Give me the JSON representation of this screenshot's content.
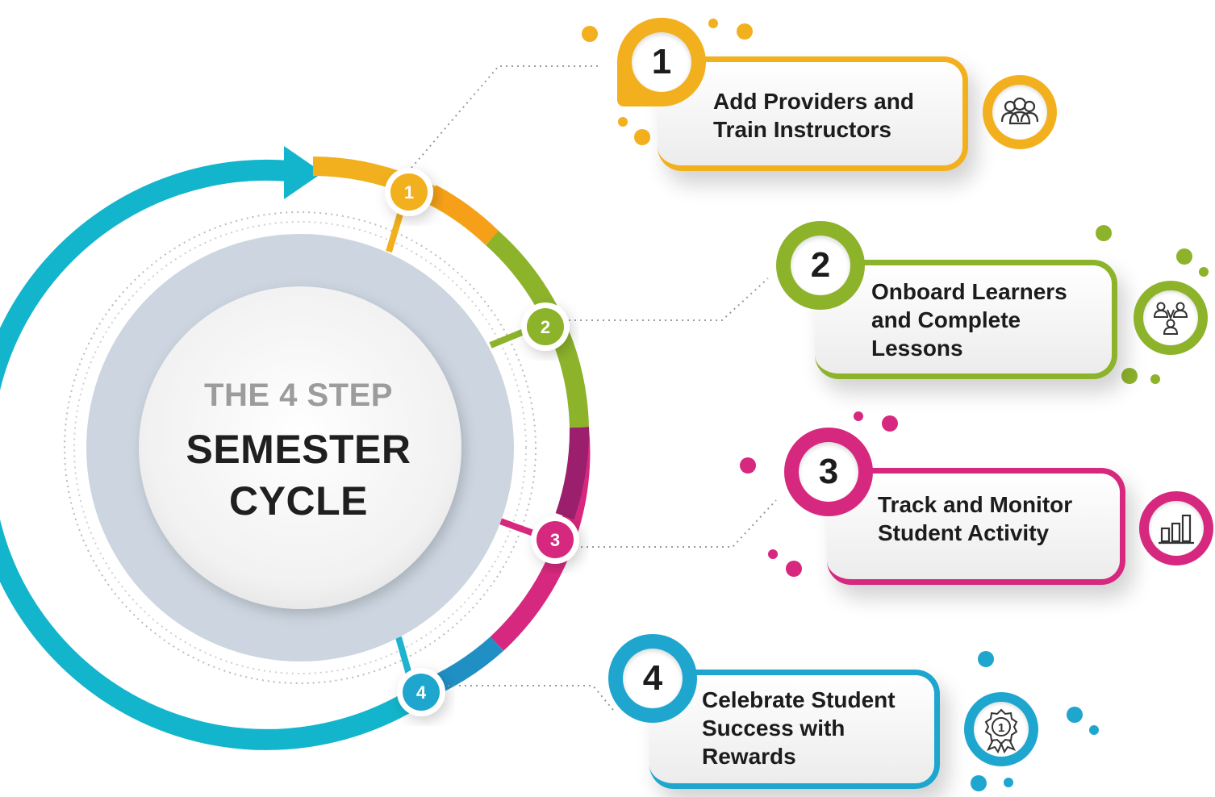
{
  "title": {
    "line1": "THE 4 STEP",
    "line2": "SEMESTER",
    "line3": "CYCLE"
  },
  "colors": {
    "step1": "#f2b01e",
    "step2": "#8db32b",
    "step3": "#d6287e",
    "step4": "#1fb3cf",
    "cycle_arrow": "#13b5cc"
  },
  "steps": [
    {
      "number": "1",
      "lines": [
        "Add Providers and",
        "Train Instructors"
      ],
      "icon": "people-group-icon"
    },
    {
      "number": "2",
      "lines": [
        "Onboard Learners",
        "and Complete",
        "Lessons"
      ],
      "icon": "network-users-icon"
    },
    {
      "number": "3",
      "lines": [
        "Track and Monitor",
        "Student Activity"
      ],
      "icon": "bar-chart-icon"
    },
    {
      "number": "4",
      "lines": [
        "Celebrate Student",
        "Success with",
        "Rewards"
      ],
      "icon": "award-badge-icon"
    }
  ]
}
